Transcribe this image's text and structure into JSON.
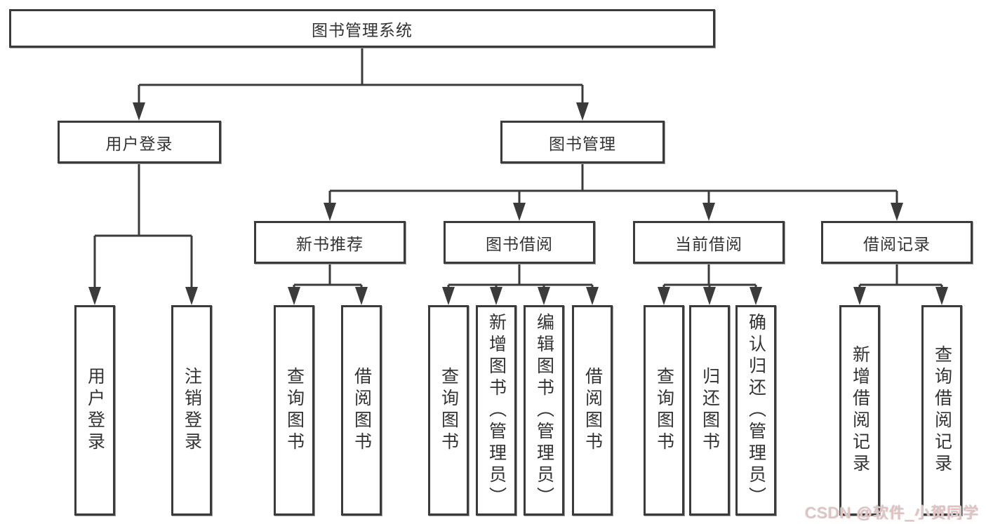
{
  "root": {
    "label": "图书管理系统"
  },
  "branches": {
    "user_login": {
      "label": "用户登录",
      "children": [
        "用户登录",
        "注销登录"
      ]
    },
    "book_management": {
      "label": "图书管理",
      "sections": {
        "new_book_recommend": {
          "label": "新书推荐",
          "children": [
            "查询图书",
            "借阅图书"
          ]
        },
        "book_borrowing": {
          "label": "图书借阅",
          "children": [
            "查询图书",
            "新增图书（管理员）",
            "编辑图书（管理员）",
            "借阅图书"
          ]
        },
        "current_borrowing": {
          "label": "当前借阅",
          "children": [
            "查询图书",
            "归还图书",
            "确认归还（管理员）"
          ]
        },
        "borrow_records": {
          "label": "借阅记录",
          "children": [
            "新增借阅记录",
            "查询借阅记录"
          ]
        }
      }
    }
  },
  "watermark": {
    "text": "CSDN @软件_小贺同学"
  },
  "colors": {
    "line": "#3b3b3b",
    "text": "#333333",
    "background": "#ffffff",
    "watermark": "#cccccc",
    "watermark_tint": "#eeb9b9"
  }
}
